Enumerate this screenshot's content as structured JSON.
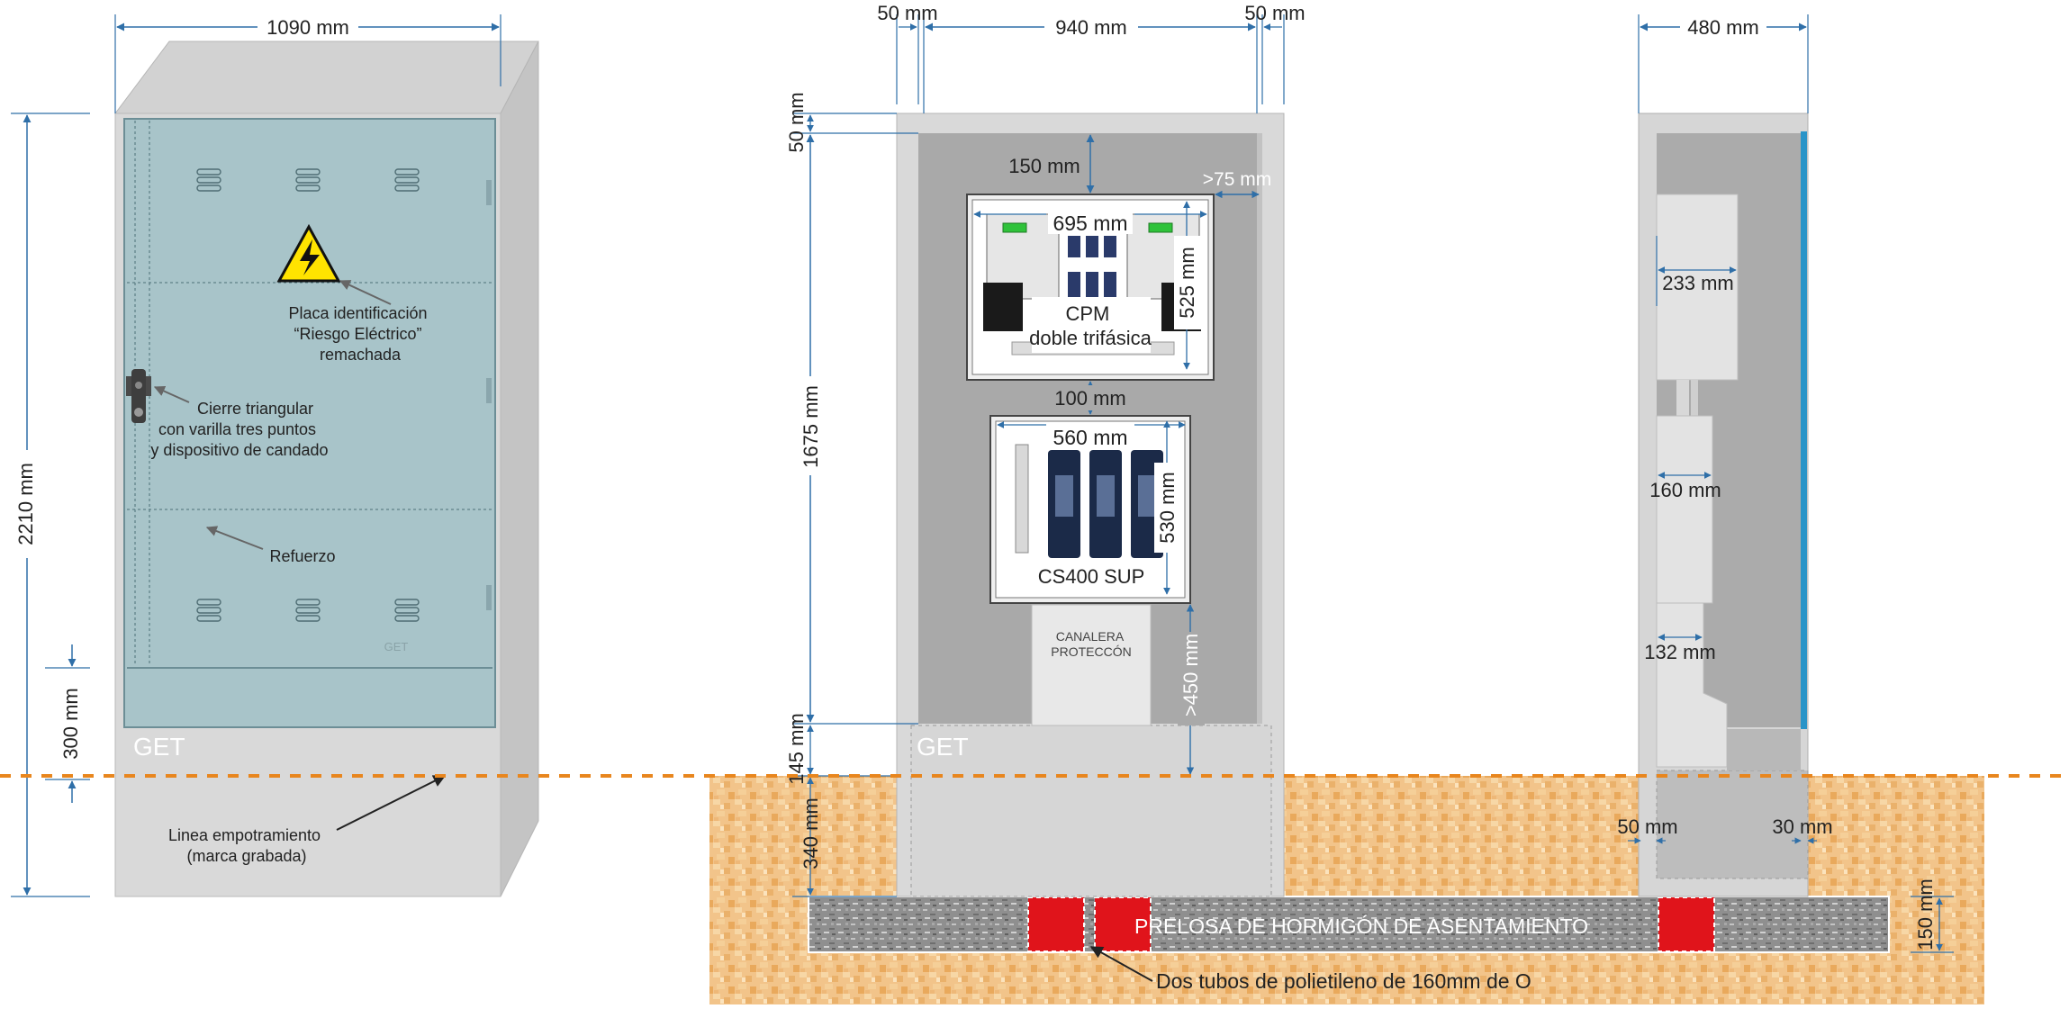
{
  "colors": {
    "dim": "#2f6fa8",
    "ground_line": "#e8861e",
    "soil": "#f2c48a",
    "concrete": "#8f8f8f",
    "tube": "#e0141b",
    "cabinet": "#d9d9d9",
    "door": "#a8c4c9",
    "cabinet_inner": "#a9a9a9",
    "side_accent": "#2a94c8"
  },
  "front": {
    "width_label": "1090 mm",
    "height_label": "2210 mm",
    "base_label": "300 mm",
    "brand": "GET",
    "door_brand": "GET",
    "annot_plate": [
      "Placa identificación",
      "“Riesgo Eléctrico”",
      "remachada"
    ],
    "annot_lock": [
      "Cierre triangular",
      "con varilla tres puntos",
      "y dispositivo de candado"
    ],
    "annot_reinforce": "Refuerzo",
    "annot_line": [
      "Linea empotramiento",
      "(marca grabada)"
    ],
    "warning_icon": "high-voltage-warning-icon"
  },
  "middle": {
    "left_margin": "50 mm",
    "inner_width": "940 mm",
    "right_margin": "50 mm",
    "top_margin": "50 mm",
    "inner_height": "1675 mm",
    "plinth": "145 mm",
    "embed": "340 mm",
    "brand": "GET",
    "top_gap": "150 mm",
    "side_gap": ">75 mm",
    "cpm_width": "695 mm",
    "cpm_height": "525 mm",
    "cpm_title": [
      "CPM",
      "doble trifásica"
    ],
    "gap_between": "100 mm",
    "cs_width": "560 mm",
    "cs_height": "530 mm",
    "cs_title": "CS400 SUP",
    "bottom_gap": ">450 mm",
    "conduit": [
      "CANALERA",
      "PROTECCÓN"
    ],
    "slab": "PRELOSA DE HORMIGÓN DE ASENTAMIENTO",
    "slab_thickness": "150 mm",
    "tubes_note": "Dos tubos de polietileno de 160mm de O"
  },
  "side": {
    "depth": "480 mm",
    "d1": "233 mm",
    "d2": "160 mm",
    "d3": "132 mm",
    "bottom_left": "50 mm",
    "bottom_right": "30 mm"
  }
}
